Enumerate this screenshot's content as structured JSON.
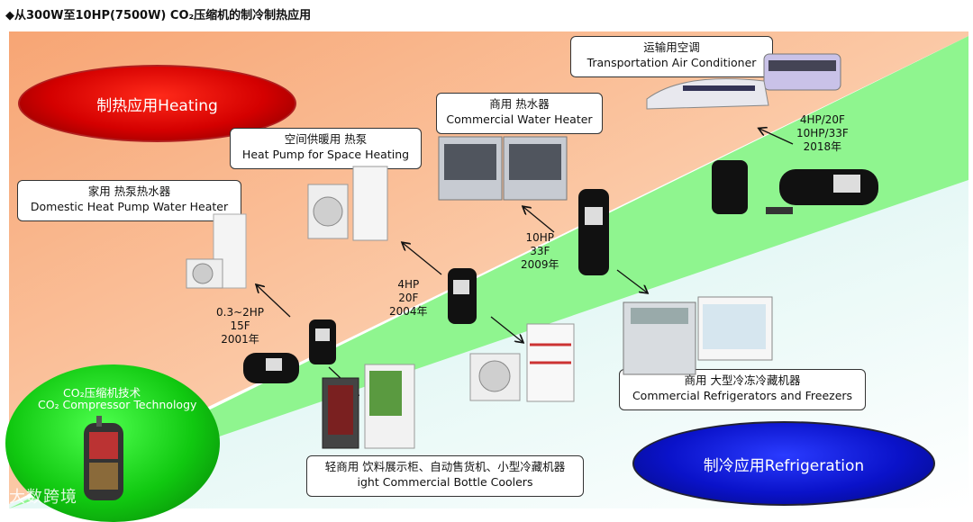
{
  "title": "◆从300W至10HP(7500W) CO₂压缩机的制冷制热应用",
  "heating": "制热应用Heating",
  "refrigeration": "制冷应用Refrigeration",
  "co2_tech": {
    "cn": "CO₂压缩机技术",
    "en": "CO₂ Compressor Technology"
  },
  "apps": {
    "transport": {
      "cn": "运输用空调",
      "en": "Transportation Air Conditioner"
    },
    "commercial_water": {
      "cn": "商用 热水器",
      "en": "Commercial Water Heater"
    },
    "space_heating": {
      "cn": "空间供暖用 热泵",
      "en": "Heat Pump for Space Heating"
    },
    "domestic": {
      "cn": "家用 热泵热水器",
      "en": "Domestic Heat Pump Water Heater"
    },
    "large_refrig": {
      "cn": "商用 大型冷冻冷藏机器",
      "en": "Commercial Refrigerators and Freezers"
    },
    "light_commercial": {
      "cn": "轻商用 饮料展示柜、自动售货机、小型冷藏机器",
      "en": "ight Commercial Bottle Coolers"
    }
  },
  "milestones": {
    "m1": {
      "l1": "0.3~2HP",
      "l2": "15F",
      "l3": "2001年"
    },
    "m2": {
      "l1": "4HP",
      "l2": "20F",
      "l3": "2004年"
    },
    "m3": {
      "l1": "10HP",
      "l2": "33F",
      "l3": "2009年"
    },
    "m4": {
      "l1": "4HP/20F",
      "l2": "10HP/33F",
      "l3": "2018年"
    }
  },
  "watermark": "大数跨境",
  "colors": {
    "heating_red": "#d40000",
    "refrig_blue": "#0a12c9",
    "tech_green": "#10c810",
    "orange_band": "#fbb98a",
    "green_band": "#8ff58f",
    "cyan_band": "#d9f5f2"
  }
}
